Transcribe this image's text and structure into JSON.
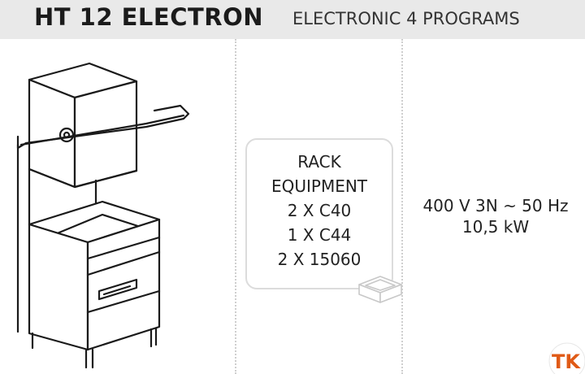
{
  "header": {
    "product_name": "HT 12 ELECTRON",
    "program_label": "ELECTRONIC 4 PROGRAMS"
  },
  "rack": {
    "lines": [
      "RACK",
      "EQUIPMENT",
      "2 X C40",
      "1 X C44",
      "2 X 15060"
    ]
  },
  "power": {
    "voltage": "400 V 3N ~ 50 Hz",
    "wattage": "10,5 kW"
  },
  "logo": {
    "text": "TK",
    "color": "#e05a16"
  }
}
